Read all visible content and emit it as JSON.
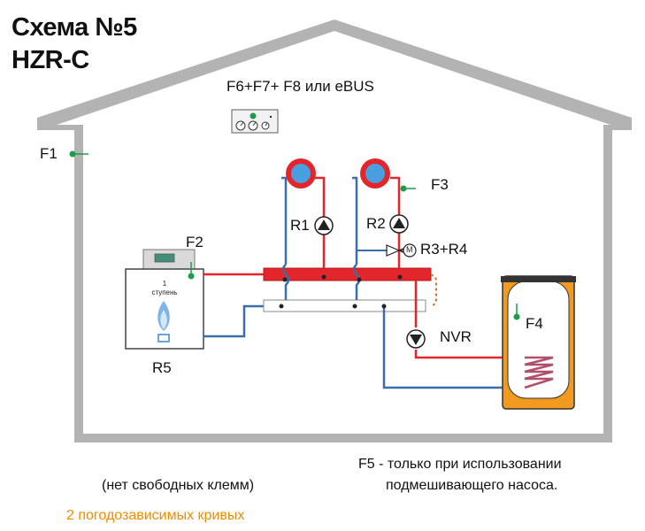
{
  "title": {
    "line1": "Схема №5",
    "line2": "HZR-C"
  },
  "controller_label": "F6+F7+ F8 или eBUS",
  "sensors": {
    "f1": "F1",
    "f2": "F2",
    "f3": "F3",
    "f4": "F4"
  },
  "pumps": {
    "r1": "R1",
    "r2": "R2",
    "mixer": "R3+R4",
    "nvr": "NVR",
    "mixer_motor": "M"
  },
  "boiler": {
    "stage_number": "1",
    "stage_text": "ступень",
    "label": "R5"
  },
  "notes": {
    "f5_line1": "F5 - только при использовании",
    "f5_line2": "подмешивающего насоса.",
    "terminals": "(нет свободных клемм)",
    "curves": "2 погодозависимых кривых"
  },
  "colors": {
    "house_outline": "#b3b3b3",
    "supply_red": "#e3262b",
    "return_blue": "#3a6ea8",
    "sensor_green": "#1b9e4a",
    "tank_orange": "#f29a1f",
    "accent_orange": "#f08c00",
    "radiator_blue": "#4a9fe0"
  }
}
